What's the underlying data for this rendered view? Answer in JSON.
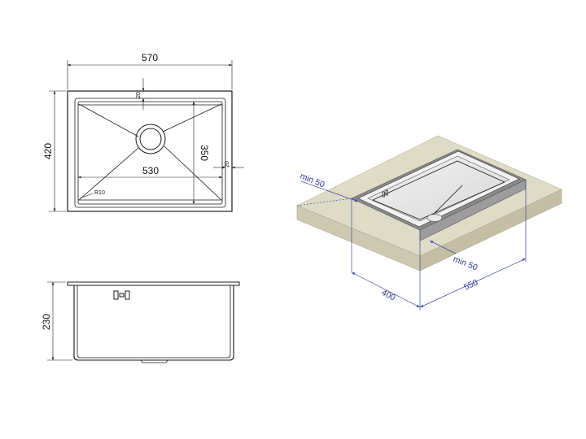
{
  "top_view": {
    "width_outer": "570",
    "depth_outer": "420",
    "width_inner": "530",
    "depth_inner": "350",
    "rim_top": "20",
    "rim_side": "20",
    "corner_radius": "R10"
  },
  "side_view": {
    "height": "230"
  },
  "iso_view": {
    "min_back": "min 50",
    "min_side": "min 50",
    "cut_depth": "400",
    "cut_width": "550"
  },
  "colors": {
    "line": "#1a1a1a",
    "dimension_blue": "#3d4aa6",
    "countertop_top": "#dedbc6",
    "countertop_edge": "#cfcbb2"
  }
}
